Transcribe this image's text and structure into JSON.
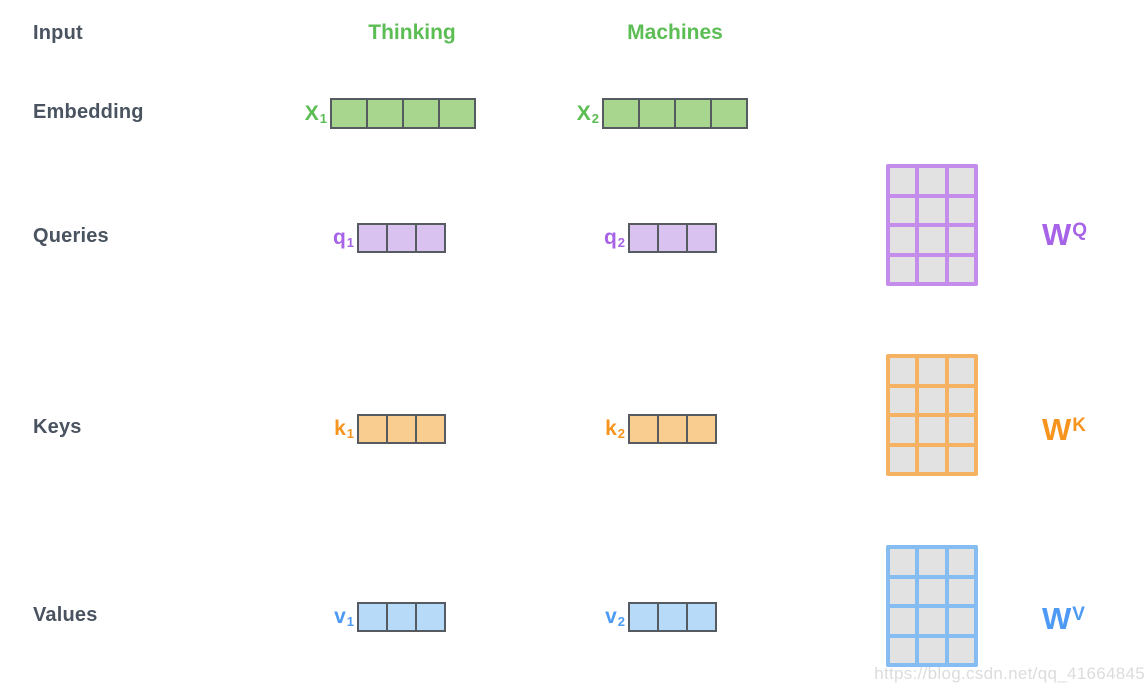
{
  "diagram": {
    "row_labels": {
      "input": "Input",
      "embedding": "Embedding",
      "queries": "Queries",
      "keys": "Keys",
      "values": "Values"
    },
    "words": {
      "first": "Thinking",
      "second": "Machines"
    },
    "vectors": {
      "x1": {
        "base": "X",
        "sub": "1",
        "cells": 4
      },
      "x2": {
        "base": "X",
        "sub": "2",
        "cells": 4
      },
      "q1": {
        "base": "q",
        "sub": "1",
        "cells": 3
      },
      "q2": {
        "base": "q",
        "sub": "2",
        "cells": 3
      },
      "k1": {
        "base": "k",
        "sub": "1",
        "cells": 3
      },
      "k2": {
        "base": "k",
        "sub": "2",
        "cells": 3
      },
      "v1": {
        "base": "v",
        "sub": "1",
        "cells": 3
      },
      "v2": {
        "base": "v",
        "sub": "2",
        "cells": 3
      }
    },
    "matrices": {
      "wq": {
        "base": "W",
        "sup": "Q",
        "rows": 4,
        "cols": 3
      },
      "wk": {
        "base": "W",
        "sup": "K",
        "rows": 4,
        "cols": 3
      },
      "wv": {
        "base": "W",
        "sup": "V",
        "rows": 4,
        "cols": 3
      }
    },
    "watermark": "https://blog.csdn.net/qq_41664845"
  },
  "colors": {
    "background": "#ffffff",
    "label_gray": "#4a5460",
    "green_text": "#5cbd54",
    "green_fill": "#a9d68e",
    "cell_border": "#565b61",
    "purple_text": "#a763e8",
    "purple_fill": "#d9c2f0",
    "purple_border": "#c48ceb",
    "orange_text": "#f6941e",
    "orange_fill": "#f9cd90",
    "orange_border": "#f6b263",
    "blue_text": "#4d9af5",
    "blue_fill": "#b6daf8",
    "blue_border": "#85bcf2",
    "matrix_cell": "#e2e2e2",
    "watermark_gray": "#dcdcdc"
  }
}
